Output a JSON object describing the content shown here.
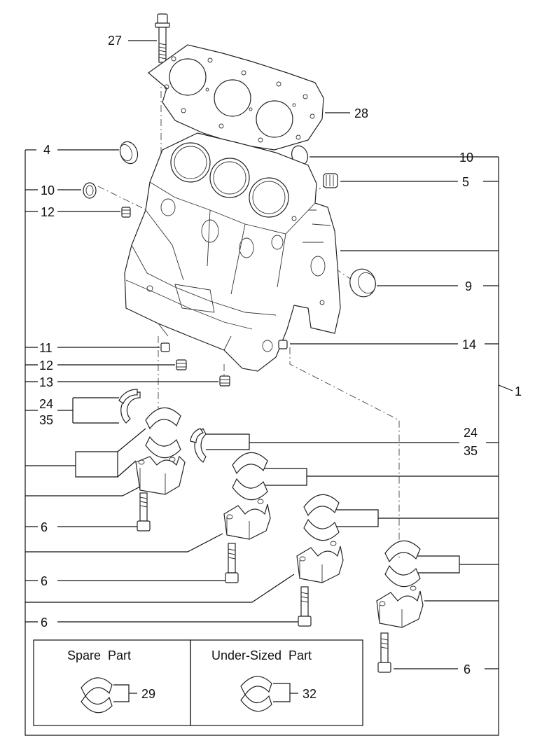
{
  "callouts": {
    "c27": "27",
    "c28": "28",
    "c4": "4",
    "c10_right": "10",
    "c10_left": "10",
    "c5": "5",
    "c12_top": "12",
    "c9": "9",
    "c11": "11",
    "c14": "14",
    "c12_bottom": "12",
    "c13": "13",
    "c1": "1",
    "c24_left": "24",
    "c35_left": "35",
    "c24_right": "24",
    "c35_right": "35",
    "c6_a": "6",
    "c6_b": "6",
    "c6_c": "6",
    "c6_d": "6",
    "c29": "29",
    "c32": "32"
  },
  "inset": {
    "spare_part_label": "Spare  Part",
    "under_sized_label": "Under-Sized  Part"
  }
}
